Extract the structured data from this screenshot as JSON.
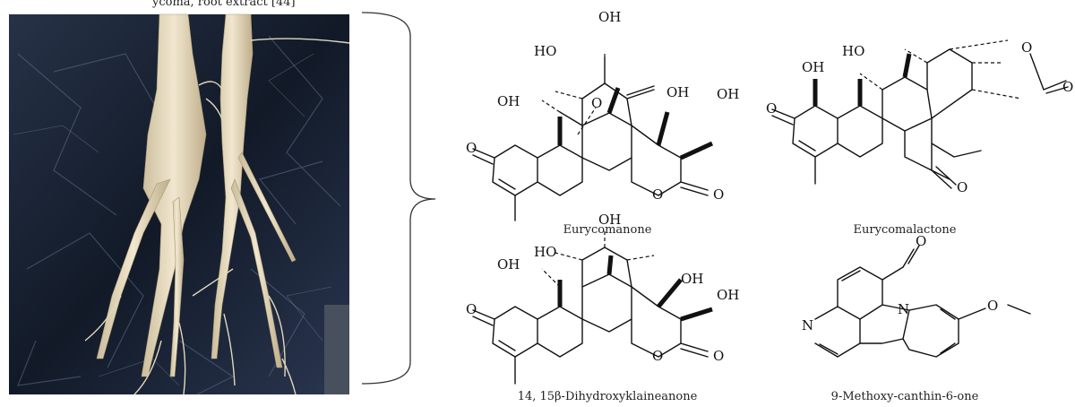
{
  "top_fragment": "ycoma, root extract [44]",
  "photo": {
    "description_icon": "plant-root-photo"
  },
  "compounds": [
    {
      "name": "Eurycomanone"
    },
    {
      "name": "Eurycomalactone"
    },
    {
      "name": "14, 15β-Dihydroxyklaineanone"
    },
    {
      "name": "9-Methoxy-canthin-6-one"
    }
  ],
  "atoms": {
    "OH": "OH",
    "HO": "HO",
    "O": "O",
    "N": "N"
  },
  "colors": {
    "background_plastic": "#1a2233",
    "root": "#e8dcc0"
  }
}
